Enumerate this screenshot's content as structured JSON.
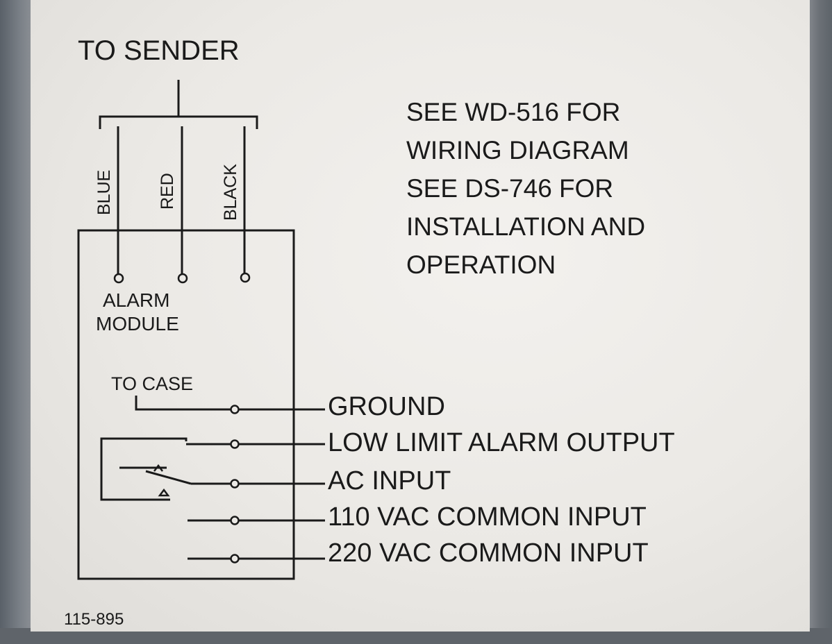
{
  "diagram": {
    "title": "TO SENDER",
    "wires": [
      "BLUE",
      "RED",
      "BLACK"
    ],
    "module_label_line1": "ALARM",
    "module_label_line2": "MODULE",
    "to_case": "TO CASE",
    "terminals": [
      "GROUND",
      "LOW LIMIT ALARM OUTPUT",
      "AC INPUT",
      "110 VAC COMMON INPUT",
      "220 VAC COMMON INPUT"
    ],
    "part_number": "115-895"
  },
  "note": {
    "lines": [
      "SEE WD-516 FOR",
      "WIRING DIAGRAM",
      "SEE DS-746 FOR",
      "INSTALLATION AND",
      "OPERATION"
    ]
  },
  "colors": {
    "ink": "#1a1a1a",
    "paper": "#ebe9e5",
    "background": "#6f7377"
  }
}
